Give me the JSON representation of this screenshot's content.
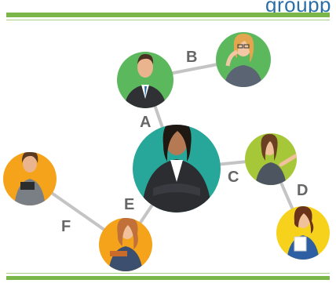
{
  "header": {
    "title_fragment": "groupp"
  },
  "colors": {
    "rule": "#7ab648",
    "edge": "#c4c4c4",
    "label": "#666666",
    "node_green": "#5cb85c",
    "node_teal": "#27a69a",
    "node_lime": "#a6c838",
    "node_orange": "#f5a31a",
    "node_yellow": "#f7d21c",
    "title": "#2a6fa8"
  },
  "diagram": {
    "edge_labels": [
      "A",
      "B",
      "C",
      "D",
      "E",
      "F"
    ]
  }
}
